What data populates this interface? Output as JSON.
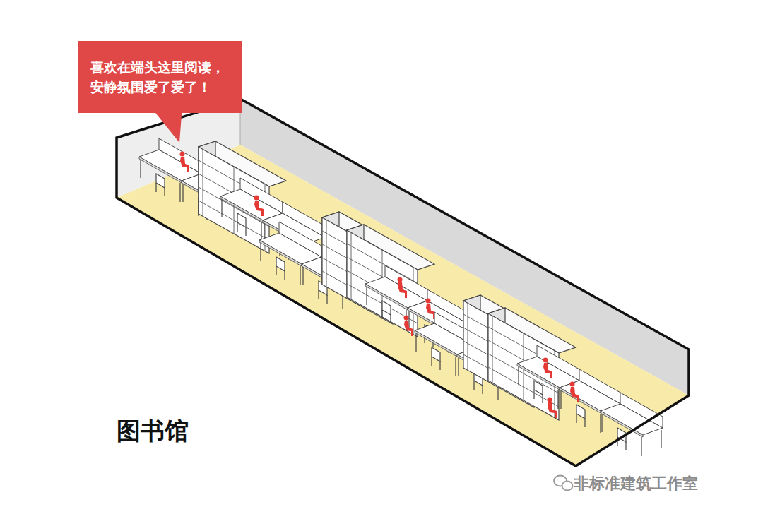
{
  "diagram": {
    "title": "图书馆",
    "nodes": [
      {
        "text": [
          "喜欢在端头这里阅读， 安静氛围爱了爱了！"
        ]
      }
    ],
    "labels": [
      "非标准建筑工作室"
    ]
  }
}
